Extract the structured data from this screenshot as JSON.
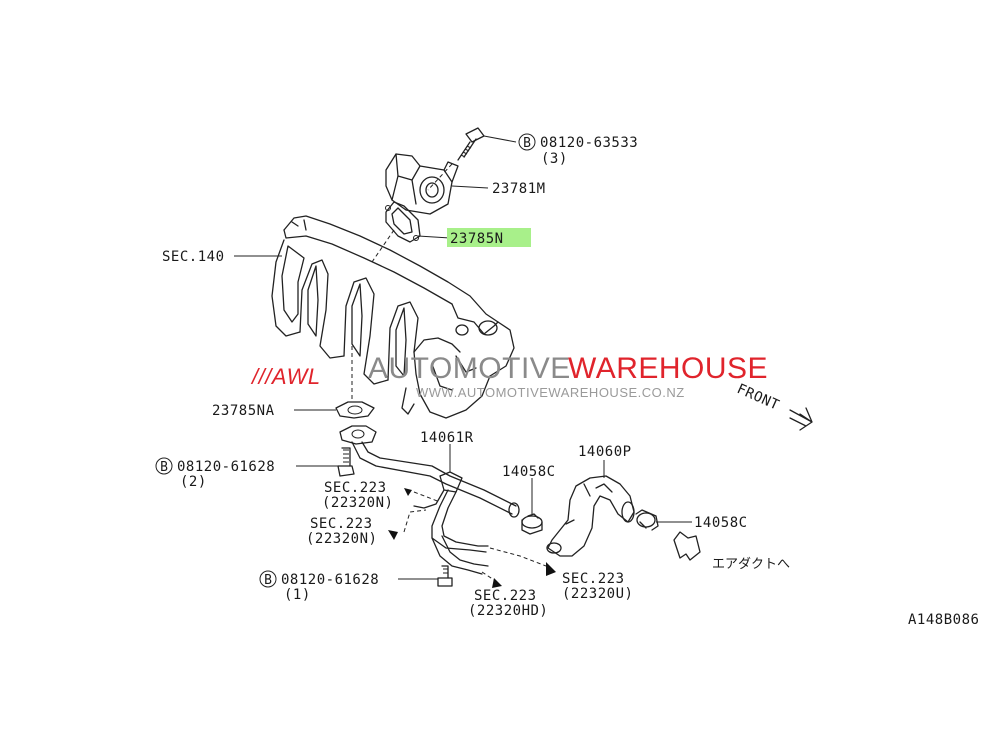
{
  "labels": {
    "bolt_top_code": "08120-63533",
    "bolt_top_qty": "(3)",
    "valve": "23781M",
    "gasket_top": "23785N",
    "sec140": "SEC.140",
    "gasket_bottom": "23785NA",
    "pipe_right": "14061R",
    "bolt_mid_code": "08120-61628",
    "bolt_mid_qty": "(2)",
    "sec223_a": "SEC.223",
    "sec223_a_sub": "(22320N)",
    "sec223_b": "SEC.223",
    "sec223_b_sub": "(22320N)",
    "bolt_low_code": "08120-61628",
    "bolt_low_qty": "(1)",
    "sec223_c": "SEC.223",
    "sec223_c_sub": "(22320HD)",
    "clamp_left": "14058C",
    "hose": "14060P",
    "clamp_right": "14058C",
    "sec223_d": "SEC.223",
    "sec223_d_sub": "(22320U)",
    "air_duct": "エアダクトへ",
    "front": "FRONT",
    "figure_code": "A148B086",
    "bolt_symbol": "B"
  },
  "watermark": {
    "logo": "///AWL",
    "brand_part1": "AUTOMOTIVE",
    "brand_part2": "WAREHOUSE",
    "url": "WWW.AUTOMOTIVEWAREHOUSE.CO.NZ",
    "brand_color_red": "#e0242c",
    "brand_color_grey": "#8a8a8a"
  },
  "highlight_color": "#a8f08a"
}
